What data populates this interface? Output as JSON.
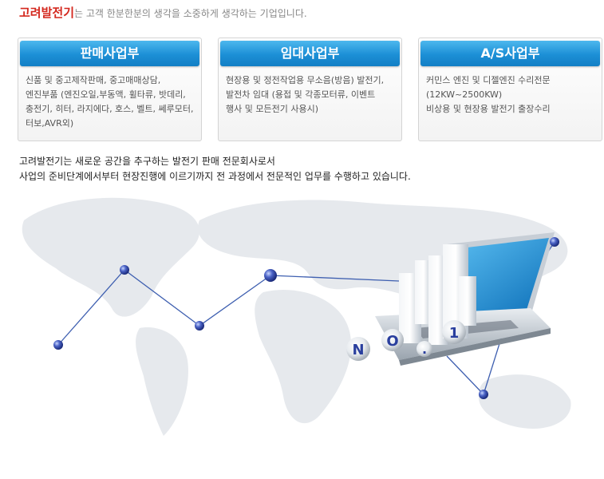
{
  "intro": {
    "brand": "고려발전기",
    "tagline": "는 고객 한분한분의 생각을 소중하게 생각하는 기업입니다."
  },
  "cards": [
    {
      "title": "판매사업부",
      "lines": [
        "신품 및 중고제작판매, 중고매매상담,",
        "엔진부품 (엔진오일,부동액, 휠타류, 밧데리,",
        "충전기, 히터, 라지에다, 호스, 벨트, 쎄루모터,",
        "터보,AVR외)"
      ]
    },
    {
      "title": "임대사업부",
      "lines": [
        "현장용 및 정전작업용 무소음(방음) 발전기,",
        "발전차 임대 (용접 및 각종모터류, 이벤트",
        "행사 및 모든전기 사용시)"
      ]
    },
    {
      "title": "A/S사업부",
      "lines": [
        "커민스 엔진 및 디젤엔진 수리전문",
        "(12KW~2500KW)",
        "비상용 및 현장용 발전기 출장수리"
      ]
    }
  ],
  "description": {
    "line1": "고려발전기는 새로운 공간을 추구하는 발전기 판매 전문회사로서",
    "line2": "사업의 준비단계에서부터 현장진행에 이르기까지 전 과정에서 전문적인 업무를 수행하고 있습니다."
  },
  "illustration": {
    "ball_letters": [
      "N",
      "O",
      ".",
      "1"
    ],
    "colors": {
      "node": "#2a3f9e",
      "line": "#3e5fb0",
      "map": "#e4e8ec",
      "screen": "#1e8fd8"
    }
  }
}
